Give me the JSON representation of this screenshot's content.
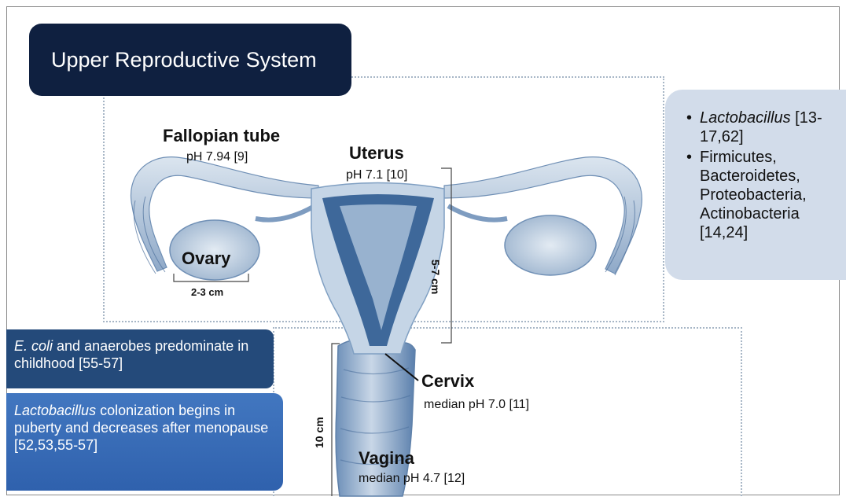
{
  "title": "Upper Reproductive System",
  "side_panel": {
    "bullet1_italic": "Lactobacillus",
    "bullet1_rest": " [13-17,62]",
    "bullet2": "Firmicutes, Bacteroidetes, Proteobacteria, Actinobacteria [14,24]"
  },
  "box_childhood": {
    "italic": "E. coli",
    "text": " and anaerobes predominate in childhood [55-57]"
  },
  "box_puberty": {
    "italic": "Lactobacillus",
    "text": " colonization begins in puberty and decreases after menopause [52,53,55-57]"
  },
  "labels": {
    "fallopian_name": "Fallopian tube",
    "fallopian_ph": "pH 7.94 [9]",
    "uterus_name": "Uterus",
    "uterus_ph": "pH 7.1 [10]",
    "ovary_name": "Ovary",
    "ovary_size": "2-3 cm",
    "uterus_size": "5-7 cm",
    "cervix_name": "Cervix",
    "cervix_ph": "median pH 7.0 [11]",
    "vagina_name": "Vagina",
    "vagina_ph": "median pH 4.7 [12]",
    "vagina_size": "10 cm"
  },
  "colors": {
    "title_bg": "#0f2040",
    "panel_bg": "#d2dcea",
    "box_dark": "#244a7a",
    "box_mid": "#3a6db5",
    "organ_light": "#c5d5e6",
    "organ_mid": "#7f9fc2",
    "organ_dark": "#2f5c91"
  }
}
